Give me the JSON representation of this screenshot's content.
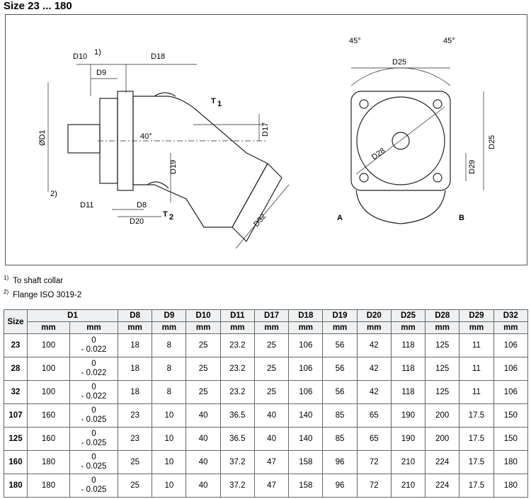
{
  "title": "Size 23 ... 180",
  "drawing": {
    "labels": {
      "d10": "D10",
      "d10_sup": "1)",
      "d18": "D18",
      "d9": "D9",
      "t1": "T",
      "t1_sub": "1",
      "d1": "ØD1",
      "angle40": "40°",
      "d17": "D17",
      "d19": "D19",
      "fn2": "2)",
      "d11": "D11",
      "d8": "D8",
      "t2": "T",
      "t2_sub": "2",
      "d20": "D20",
      "d32": "D32",
      "a45l": "45°",
      "a45r": "45°",
      "d25h": "D25",
      "d25v": "D25",
      "d28": "D28",
      "d29": "D29",
      "a": "A",
      "b": "B"
    }
  },
  "footnotes": [
    {
      "mark": "1)",
      "text": "To shaft collar"
    },
    {
      "mark": "2)",
      "text": "Flange ISO 3019-2"
    }
  ],
  "table": {
    "size_header": "Size",
    "headers": [
      "D1",
      "D8",
      "D9",
      "D10",
      "D11",
      "D17",
      "D18",
      "D19",
      "D20",
      "D25",
      "D28",
      "D29",
      "D32"
    ],
    "unit": "mm",
    "rows": [
      {
        "size": "23",
        "d1": "100",
        "tol_top": "0",
        "tol_bottom": "- 0.022",
        "vals": [
          "18",
          "8",
          "25",
          "23.2",
          "25",
          "106",
          "56",
          "42",
          "118",
          "125",
          "11",
          "106"
        ]
      },
      {
        "size": "28",
        "d1": "100",
        "tol_top": "0",
        "tol_bottom": "- 0.022",
        "vals": [
          "18",
          "8",
          "25",
          "23.2",
          "25",
          "106",
          "56",
          "42",
          "118",
          "125",
          "11",
          "106"
        ]
      },
      {
        "size": "32",
        "d1": "100",
        "tol_top": "0",
        "tol_bottom": "- 0.022",
        "vals": [
          "18",
          "8",
          "25",
          "23.2",
          "25",
          "106",
          "56",
          "42",
          "118",
          "125",
          "11",
          "106"
        ]
      },
      {
        "size": "107",
        "d1": "160",
        "tol_top": "0",
        "tol_bottom": "- 0.025",
        "vals": [
          "23",
          "10",
          "40",
          "36.5",
          "40",
          "140",
          "85",
          "65",
          "190",
          "200",
          "17.5",
          "150"
        ]
      },
      {
        "size": "125",
        "d1": "160",
        "tol_top": "0",
        "tol_bottom": "- 0.025",
        "vals": [
          "23",
          "10",
          "40",
          "36.5",
          "40",
          "140",
          "85",
          "65",
          "190",
          "200",
          "17.5",
          "150"
        ]
      },
      {
        "size": "160",
        "d1": "180",
        "tol_top": "0",
        "tol_bottom": "- 0.025",
        "vals": [
          "25",
          "10",
          "40",
          "37.2",
          "47",
          "158",
          "96",
          "72",
          "210",
          "224",
          "17.5",
          "180"
        ]
      },
      {
        "size": "180",
        "d1": "180",
        "tol_top": "0",
        "tol_bottom": "- 0.025",
        "vals": [
          "25",
          "10",
          "40",
          "37.2",
          "47",
          "158",
          "96",
          "72",
          "210",
          "224",
          "17.5",
          "180"
        ]
      }
    ]
  }
}
